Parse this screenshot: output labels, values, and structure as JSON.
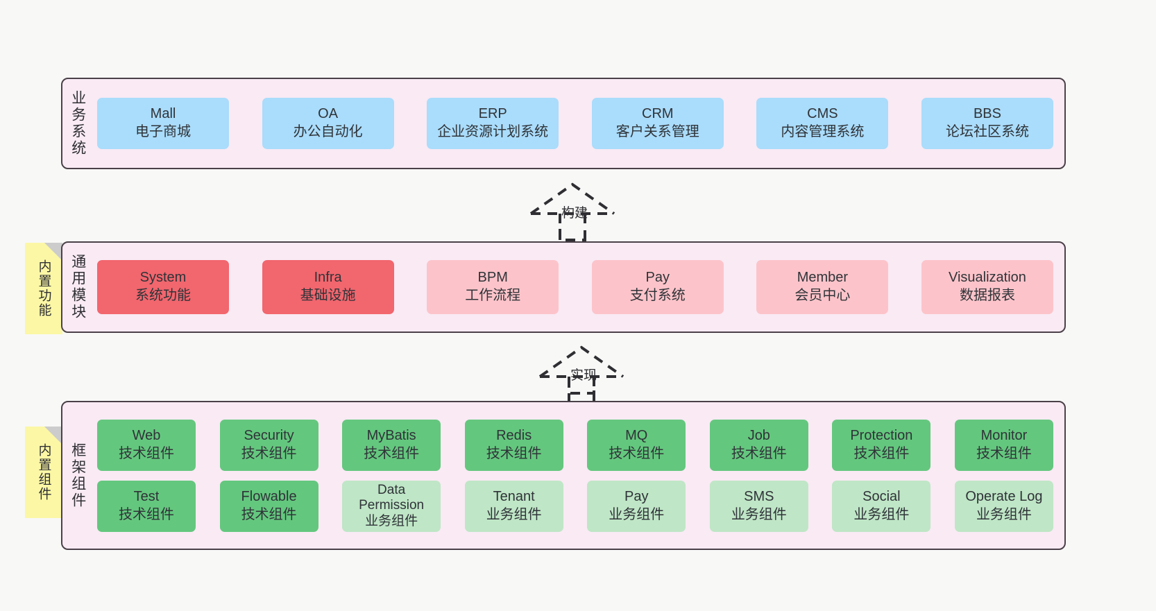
{
  "diagram": {
    "background_color": "#f8f8f7",
    "layer_fill": "#f9eaf4",
    "layer_border": "#4a4048",
    "note_color": "#fbf7a5",
    "colors": {
      "business": "#aadcfb",
      "module_core": "#f2666e",
      "module_optional": "#fcc4ca",
      "framework_tech": "#64c77e",
      "framework_business": "#bfe6c6"
    }
  },
  "layers": [
    {
      "id": "business-systems",
      "title": "业务系统",
      "rows": [
        [
          {
            "title": "Mall",
            "sub": "电子商城"
          },
          {
            "title": "OA",
            "sub": "办公自动化"
          },
          {
            "title": "ERP",
            "sub": "企业资源计划系统"
          },
          {
            "title": "CRM",
            "sub": "客户关系管理"
          },
          {
            "title": "CMS",
            "sub": "内容管理系统"
          },
          {
            "title": "BBS",
            "sub": "论坛社区系统"
          }
        ]
      ]
    },
    {
      "id": "common-modules",
      "title": "通用模块",
      "note": "内置功能",
      "rows": [
        [
          {
            "title": "System",
            "sub": "系统功能"
          },
          {
            "title": "Infra",
            "sub": "基础设施"
          },
          {
            "title": "BPM",
            "sub": "工作流程"
          },
          {
            "title": "Pay",
            "sub": "支付系统"
          },
          {
            "title": "Member",
            "sub": "会员中心"
          },
          {
            "title": "Visualization",
            "sub": "数据报表"
          }
        ]
      ]
    },
    {
      "id": "framework-components",
      "title": "框架组件",
      "note": "内置组件",
      "rows": [
        [
          {
            "title": "Web",
            "sub": "技术组件"
          },
          {
            "title": "Security",
            "sub": "技术组件"
          },
          {
            "title": "MyBatis",
            "sub": "技术组件"
          },
          {
            "title": "Redis",
            "sub": "技术组件"
          },
          {
            "title": "MQ",
            "sub": "技术组件"
          },
          {
            "title": "Job",
            "sub": "技术组件"
          },
          {
            "title": "Protection",
            "sub": "技术组件"
          },
          {
            "title": "Monitor",
            "sub": "技术组件"
          }
        ],
        [
          {
            "title": "Test",
            "sub": "技术组件"
          },
          {
            "title": "Flowable",
            "sub": "技术组件"
          },
          {
            "title": "Data Permission",
            "sub": "业务组件"
          },
          {
            "title": "Tenant",
            "sub": "业务组件"
          },
          {
            "title": "Pay",
            "sub": "业务组件"
          },
          {
            "title": "SMS",
            "sub": "业务组件"
          },
          {
            "title": "Social",
            "sub": "业务组件"
          },
          {
            "title": "Operate Log",
            "sub": "业务组件"
          }
        ]
      ]
    }
  ],
  "connectors": [
    {
      "id": "build",
      "label": "构建",
      "from": "common-modules",
      "to": "business-systems",
      "style": "dashed-generalization"
    },
    {
      "id": "implement",
      "label": "实现",
      "from": "framework-components",
      "to": "common-modules",
      "style": "dashed-generalization"
    }
  ]
}
